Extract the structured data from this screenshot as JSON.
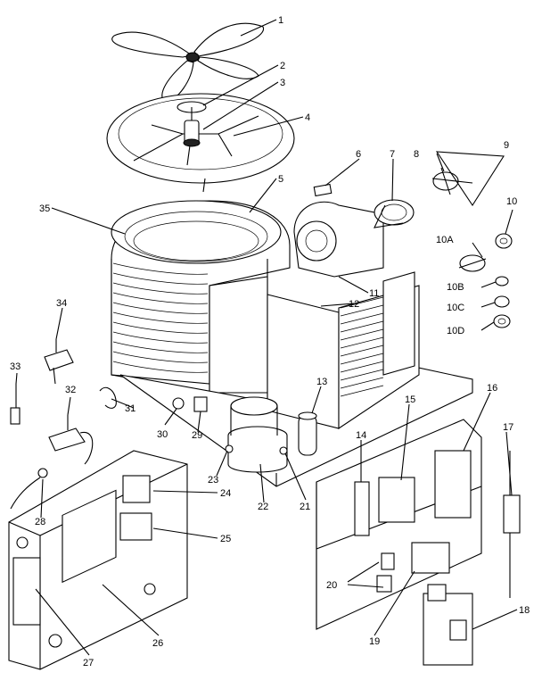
{
  "callouts": [
    {
      "id": "1",
      "label": "1"
    },
    {
      "id": "2",
      "label": "2"
    },
    {
      "id": "3",
      "label": "3"
    },
    {
      "id": "4",
      "label": "4"
    },
    {
      "id": "5",
      "label": "5"
    },
    {
      "id": "6",
      "label": "6"
    },
    {
      "id": "7",
      "label": "7"
    },
    {
      "id": "8",
      "label": "8"
    },
    {
      "id": "9",
      "label": "9"
    },
    {
      "id": "10",
      "label": "10"
    },
    {
      "id": "10A",
      "label": "10A"
    },
    {
      "id": "10B",
      "label": "10B"
    },
    {
      "id": "10C",
      "label": "10C"
    },
    {
      "id": "10D",
      "label": "10D"
    },
    {
      "id": "11",
      "label": "11"
    },
    {
      "id": "12",
      "label": "12"
    },
    {
      "id": "13",
      "label": "13"
    },
    {
      "id": "14",
      "label": "14"
    },
    {
      "id": "15",
      "label": "15"
    },
    {
      "id": "16",
      "label": "16"
    },
    {
      "id": "17",
      "label": "17"
    },
    {
      "id": "18",
      "label": "18"
    },
    {
      "id": "19",
      "label": "19"
    },
    {
      "id": "20",
      "label": "20"
    },
    {
      "id": "21",
      "label": "21"
    },
    {
      "id": "22",
      "label": "22"
    },
    {
      "id": "23",
      "label": "23"
    },
    {
      "id": "24",
      "label": "24"
    },
    {
      "id": "25",
      "label": "25"
    },
    {
      "id": "26",
      "label": "26"
    },
    {
      "id": "27",
      "label": "27"
    },
    {
      "id": "28",
      "label": "28"
    },
    {
      "id": "29",
      "label": "29"
    },
    {
      "id": "30",
      "label": "30"
    },
    {
      "id": "31",
      "label": "31"
    },
    {
      "id": "32",
      "label": "32"
    },
    {
      "id": "33",
      "label": "33"
    },
    {
      "id": "34",
      "label": "34"
    },
    {
      "id": "35",
      "label": "35"
    }
  ]
}
